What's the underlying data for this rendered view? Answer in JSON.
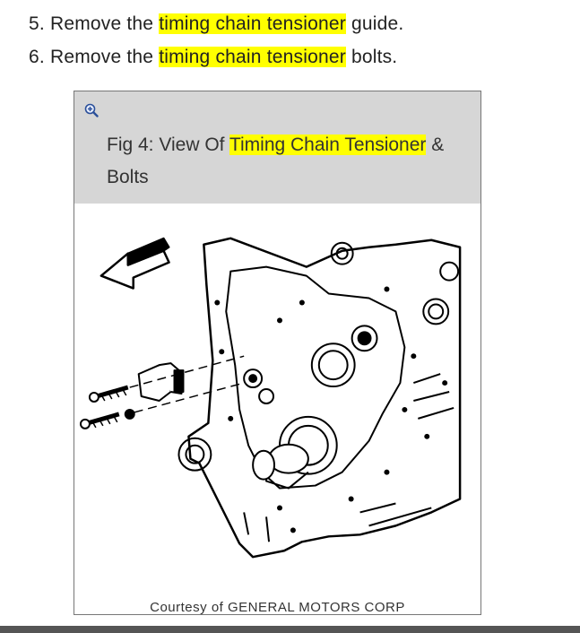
{
  "steps": [
    {
      "pre": "5. Remove the ",
      "highlight": "timing chain tensioner",
      "post": " guide."
    },
    {
      "pre": "6. Remove the ",
      "highlight": "timing chain tensioner",
      "post": " bolts."
    }
  ],
  "figure": {
    "title_pre": "Fig 4: View Of ",
    "title_highlight": "Timing Chain Tensioner",
    "title_post": " & Bolts",
    "caption": "Courtesy of GENERAL MOTORS CORP",
    "zoom_icon": "zoom-in-icon"
  },
  "colors": {
    "highlight": "#ffff00",
    "header_bg": "#d6d6d6"
  }
}
